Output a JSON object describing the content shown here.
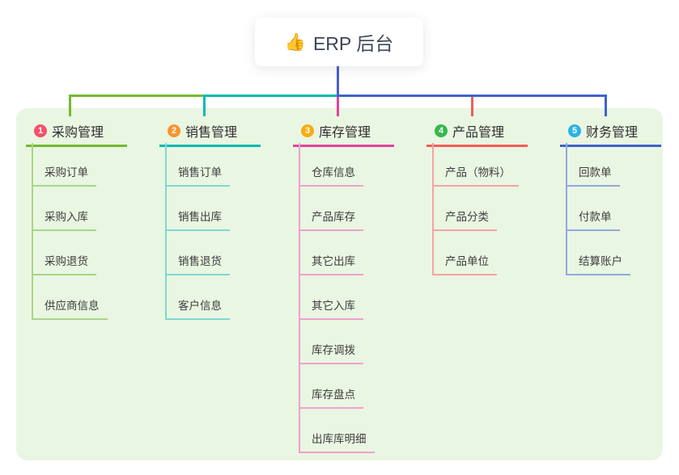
{
  "canvas": {
    "background": "#ffffff",
    "panel_background": "#e9f6e2"
  },
  "root": {
    "icon": "👍",
    "label": "ERP 后台",
    "connector_color": "#4a5ecb"
  },
  "branches": [
    {
      "index": "1",
      "label": "采购管理",
      "badge_color": "#f4516c",
      "line_color": "#76b832",
      "child_line_color": "#a9d587",
      "children": [
        "采购订单",
        "采购入库",
        "采购退货",
        "供应商信息"
      ]
    },
    {
      "index": "2",
      "label": "销售管理",
      "badge_color": "#fa9430",
      "line_color": "#00bab2",
      "child_line_color": "#7fd8d2",
      "children": [
        "销售订单",
        "销售出库",
        "销售退货",
        "客户信息"
      ]
    },
    {
      "index": "3",
      "label": "库存管理",
      "badge_color": "#f9ab11",
      "line_color": "#e0459c",
      "child_line_color": "#f0a1cc",
      "children": [
        "仓库信息",
        "产品库存",
        "其它出库",
        "其它入库",
        "库存调拨",
        "库存盘点",
        "出库库明细"
      ]
    },
    {
      "index": "4",
      "label": "产品管理",
      "badge_color": "#35b94e",
      "line_color": "#f45c5c",
      "child_line_color": "#f7a2a2",
      "children": [
        "产品（物料）",
        "产品分类",
        "产品单位"
      ]
    },
    {
      "index": "5",
      "label": "财务管理",
      "badge_color": "#2bb3e9",
      "line_color": "#3f63c9",
      "child_line_color": "#93a7e2",
      "children": [
        "回款单",
        "付款单",
        "结算账户"
      ]
    }
  ]
}
